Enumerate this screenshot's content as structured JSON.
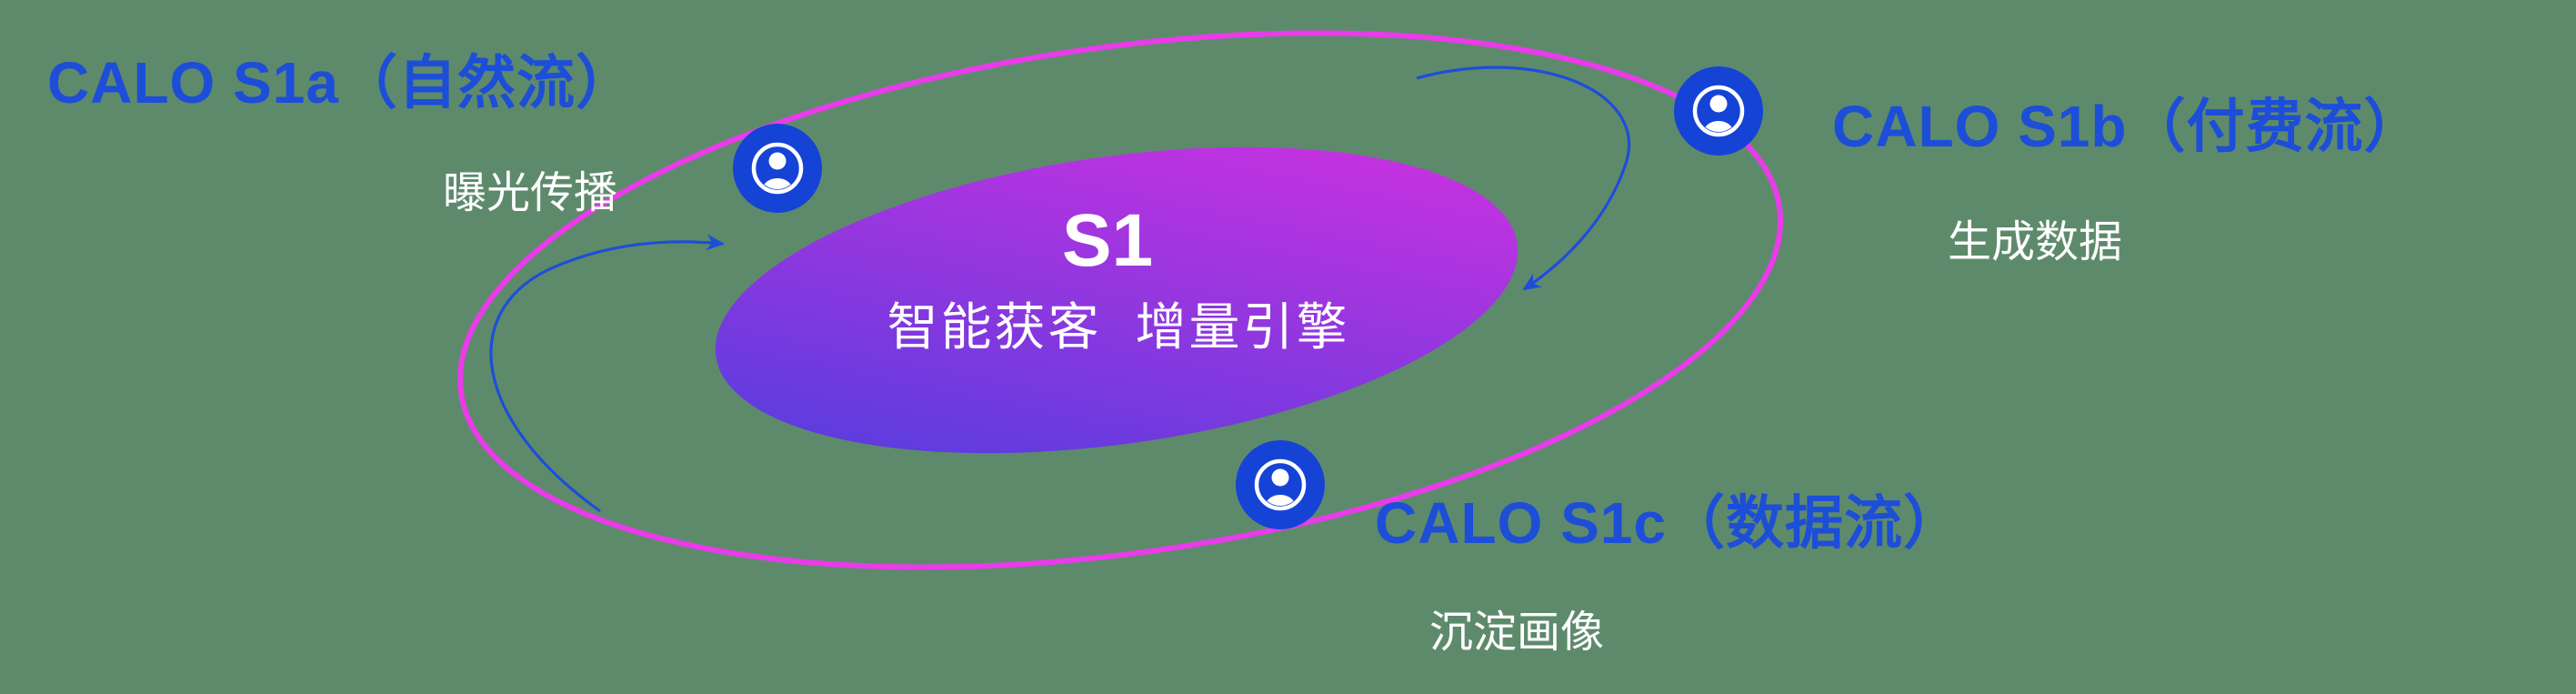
{
  "center": {
    "title": "S1",
    "subtitle": "智能获客  增量引擎"
  },
  "nodes": [
    {
      "id": "calo-s1a",
      "label": "CALO S1a（自然流）",
      "sublabel": "曝光传播",
      "icon": "user-circle-icon"
    },
    {
      "id": "calo-s1b",
      "label": "CALO S1b（付费流）",
      "sublabel": "生成数据",
      "icon": "user-circle-icon"
    },
    {
      "id": "calo-s1c",
      "label": "CALO S1c（数据流）",
      "sublabel": "沉淀画像",
      "icon": "user-circle-icon"
    }
  ],
  "icons": {
    "node_icon": "user-circle-icon",
    "arrows": [
      "curved-flow-arrow-left",
      "curved-flow-arrow-top-right"
    ]
  },
  "colors": {
    "background": "#5e8a6c",
    "label_blue": "#1d4ed8",
    "orbit_pink": "#ea3bea",
    "core_gradient_start": "#4a3ede",
    "core_gradient_end": "#d830e0",
    "icon_blue": "#1543d6",
    "arrow_blue": "#1d4ed8",
    "text_white": "#ffffff"
  }
}
